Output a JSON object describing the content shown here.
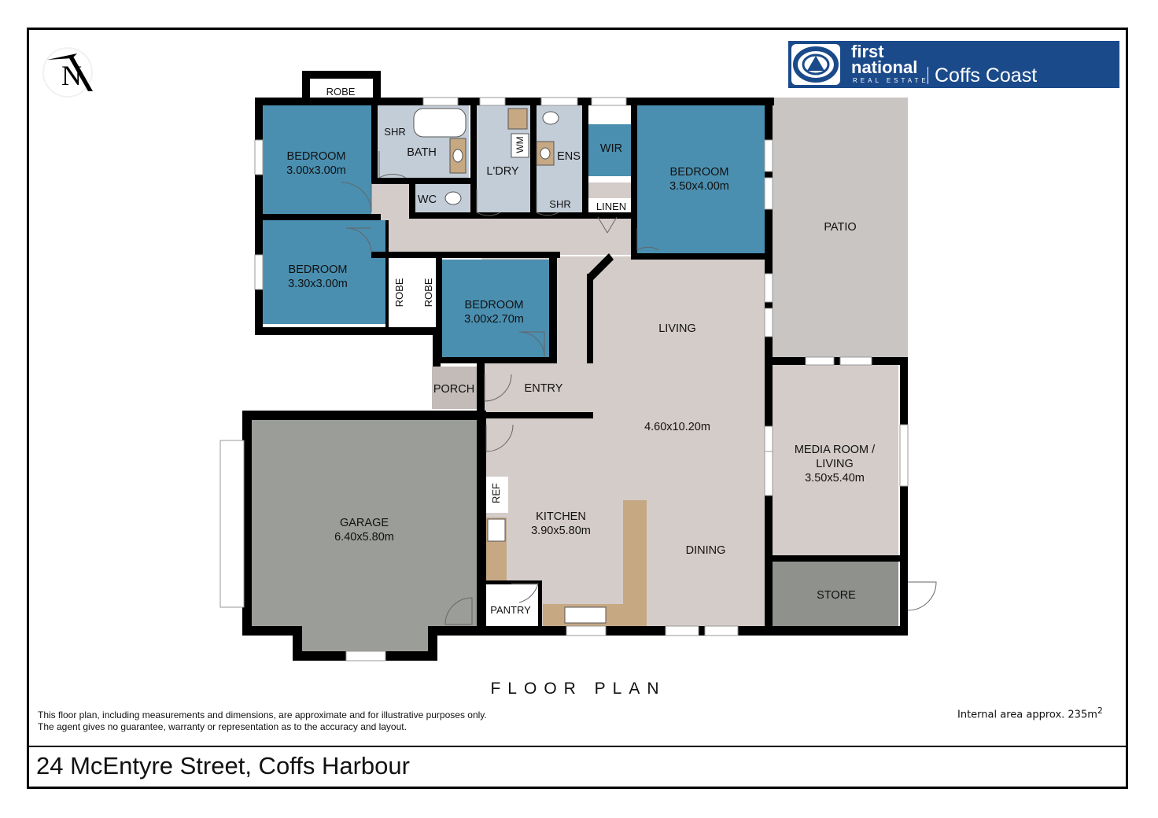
{
  "brand": {
    "line1": "first",
    "line2": "national",
    "line3": "REAL ESTATE",
    "office": "Coffs Coast",
    "color": "#1b4a8a"
  },
  "north_arrow": {
    "letter": "N"
  },
  "rooms": {
    "robe_top": "ROBE",
    "bedroom1": {
      "name": "BEDROOM",
      "size": "3.00x3.00m"
    },
    "shr_bath": "SHR",
    "bath": "BATH",
    "wc": "WC",
    "laundry": "L'DRY",
    "wm": "WM",
    "ens": "ENS",
    "shr_ens": "SHR",
    "wir": "WIR",
    "linen": "LINEN",
    "bedroom_main": {
      "name": "BEDROOM",
      "size": "3.50x4.00m"
    },
    "patio": "PATIO",
    "bedroom2": {
      "name": "BEDROOM",
      "size": "3.30x3.00m"
    },
    "robe_a": "ROBE",
    "robe_b": "ROBE",
    "bedroom3": {
      "name": "BEDROOM",
      "size": "3.00x2.70m"
    },
    "living": "LIVING",
    "porch": "PORCH",
    "entry": "ENTRY",
    "living_size": "4.60x10.20m",
    "media": {
      "name_line1": "MEDIA ROOM /",
      "name_line2": "LIVING",
      "size": "3.50x5.40m"
    },
    "garage": {
      "name": "GARAGE",
      "size": "6.40x5.80m"
    },
    "ref": "REF",
    "kitchen": {
      "name": "KITCHEN",
      "size": "3.90x5.80m"
    },
    "dining": "DINING",
    "pantry": "PANTRY",
    "store": "STORE"
  },
  "colors": {
    "bedroom": "#4a8fb0",
    "wet": "#c3cdd8",
    "hall": "#d4ccc9",
    "patio": "#c9c5c3",
    "garage": "#9b9d98",
    "store": "#8f918d",
    "bench": "#c6a883",
    "wall": "#000000"
  },
  "footer": {
    "title": "FLOOR PLAN",
    "disclaimer_line1": "This floor plan, including measurements and dimensions, are approximate and for illustrative purposes only.",
    "disclaimer_line2": "The agent gives no guarantee, warranty or representation as to the accuracy and layout.",
    "area_text": "Internal area approx. 235m",
    "area_sup": "2",
    "address": "24 McEntyre Street, Coffs Harbour"
  }
}
